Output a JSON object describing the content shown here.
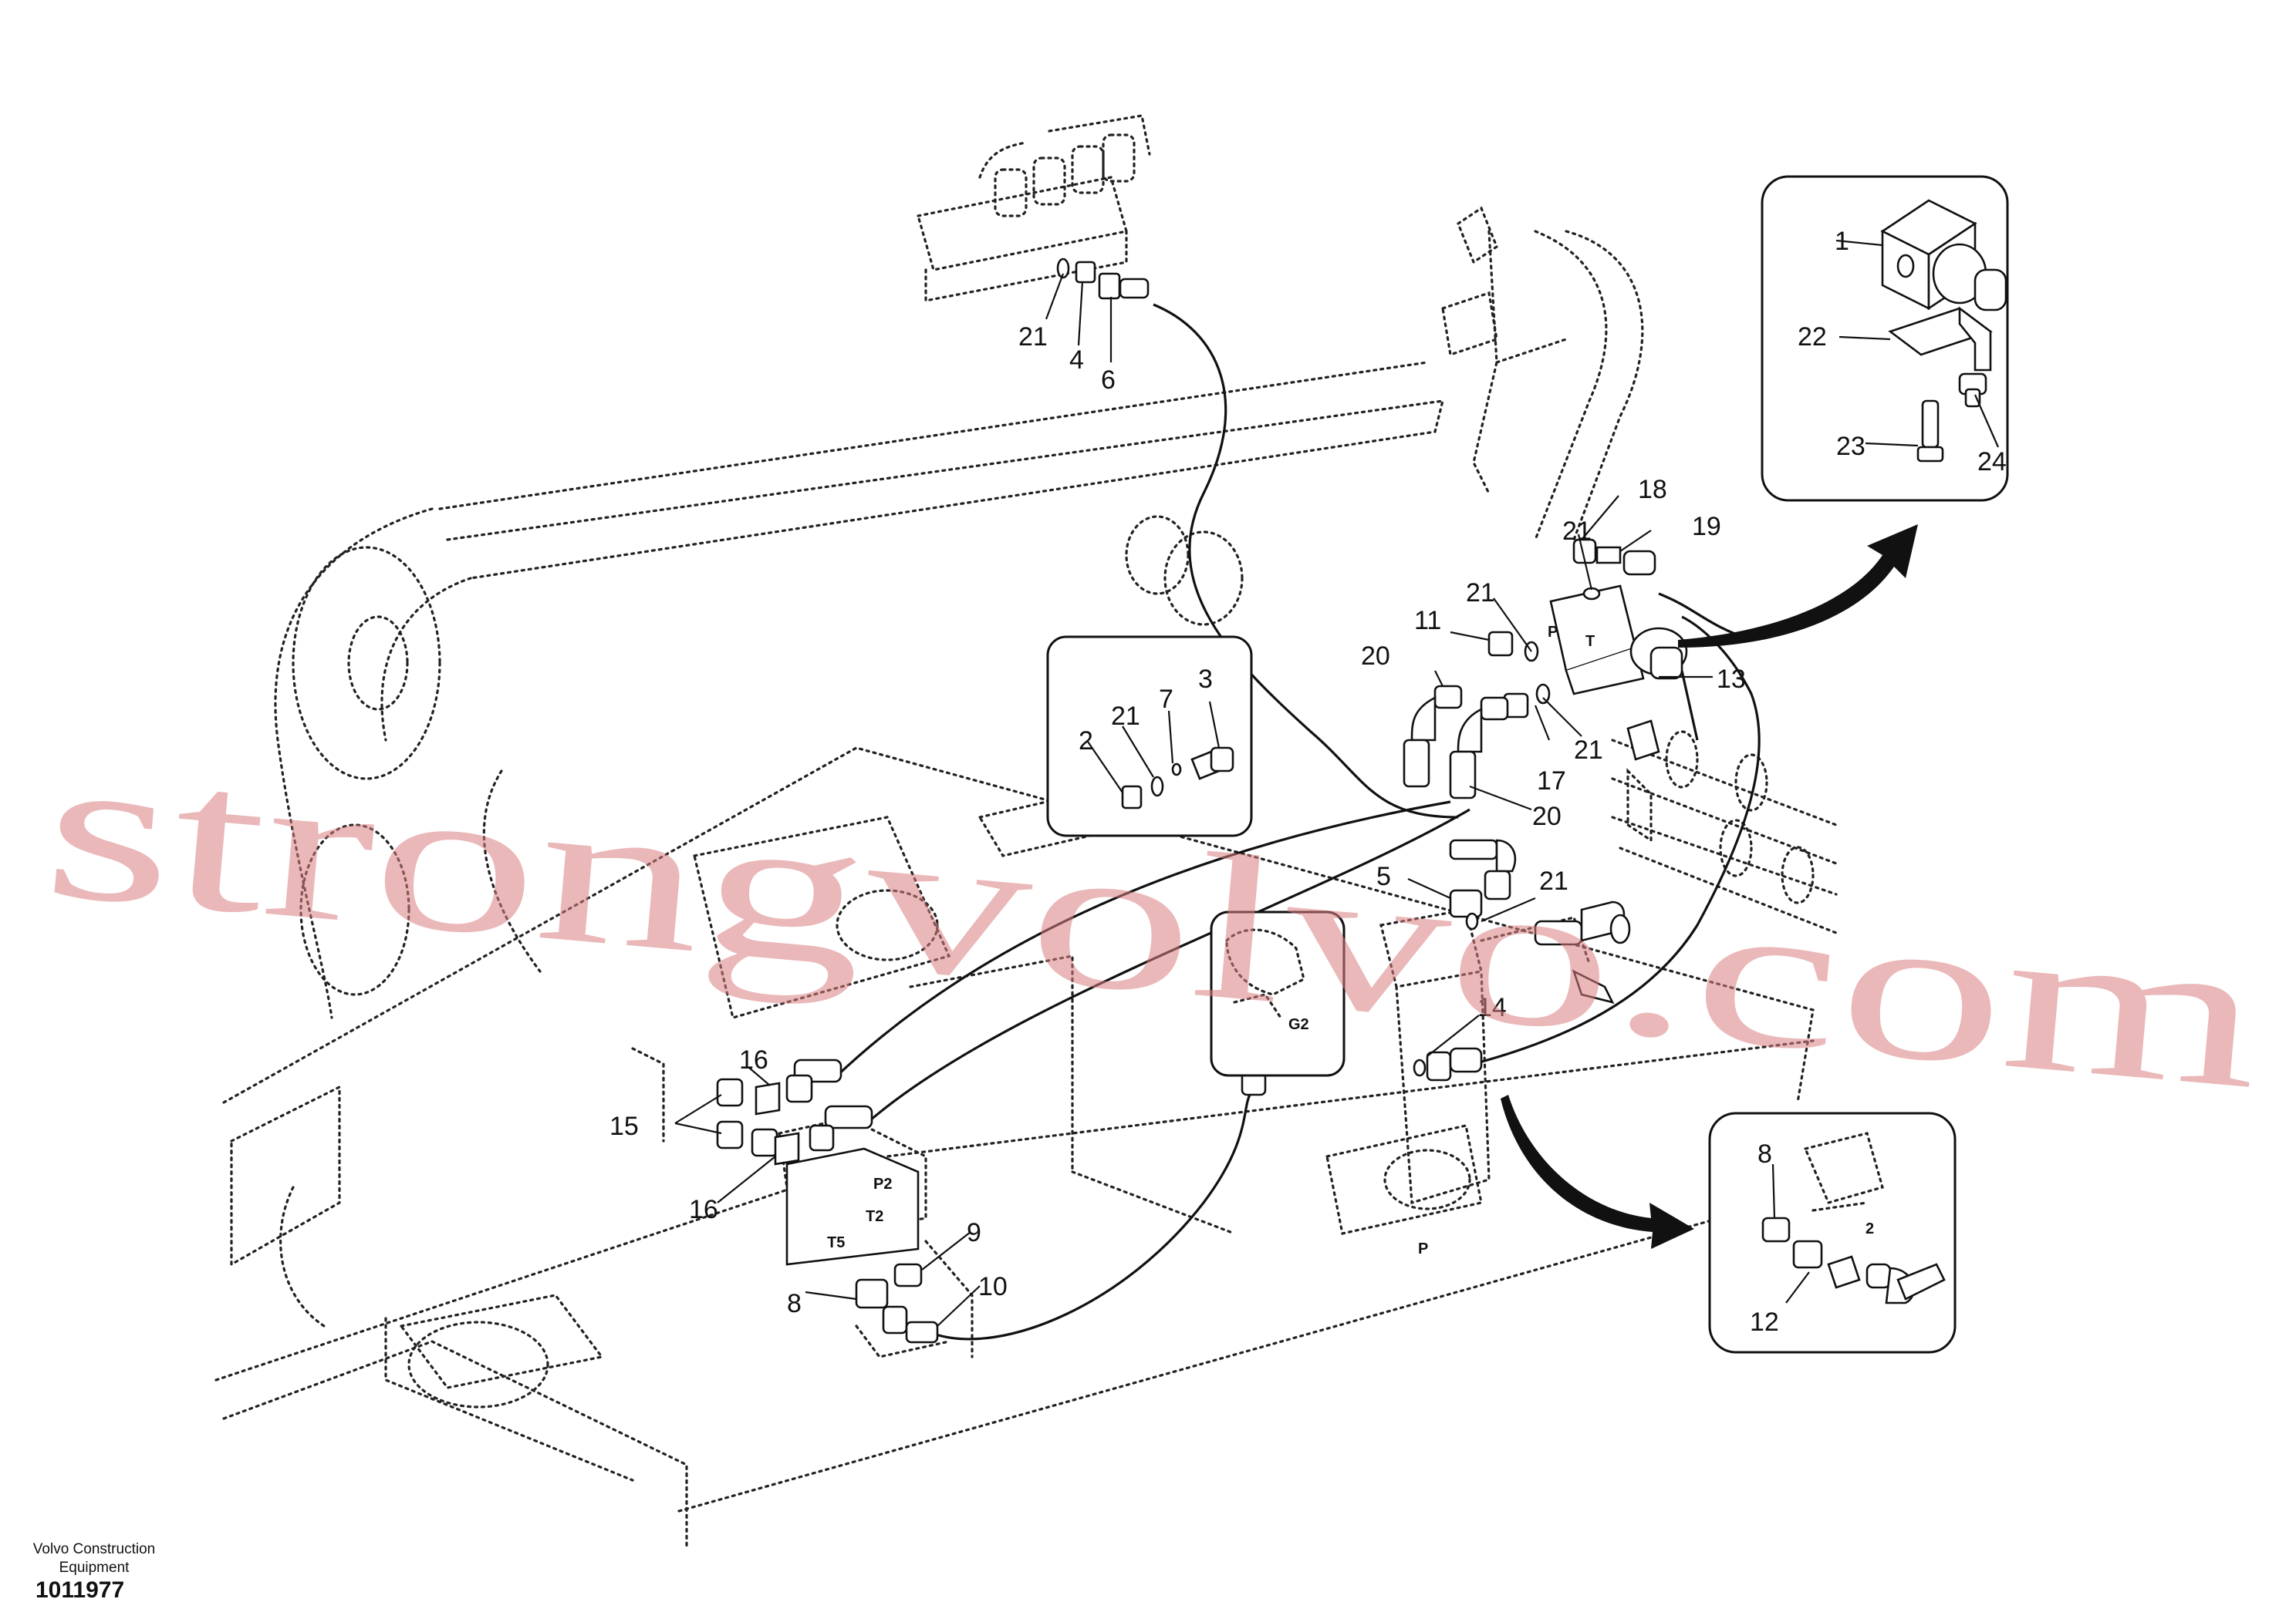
{
  "company": {
    "line1": "Volvo Construction",
    "line2": "Equipment"
  },
  "drawing_number": "1011977",
  "watermark": "strongvolvo.com",
  "callouts": [
    "1",
    "2",
    "3",
    "4",
    "5",
    "6",
    "7",
    "8",
    "9",
    "10",
    "11",
    "12",
    "13",
    "14",
    "15",
    "16",
    "17",
    "18",
    "19",
    "20",
    "21",
    "22",
    "23",
    "24"
  ],
  "port_labels": [
    "P",
    "T",
    "P2",
    "T2",
    "T5",
    "P",
    "2"
  ]
}
